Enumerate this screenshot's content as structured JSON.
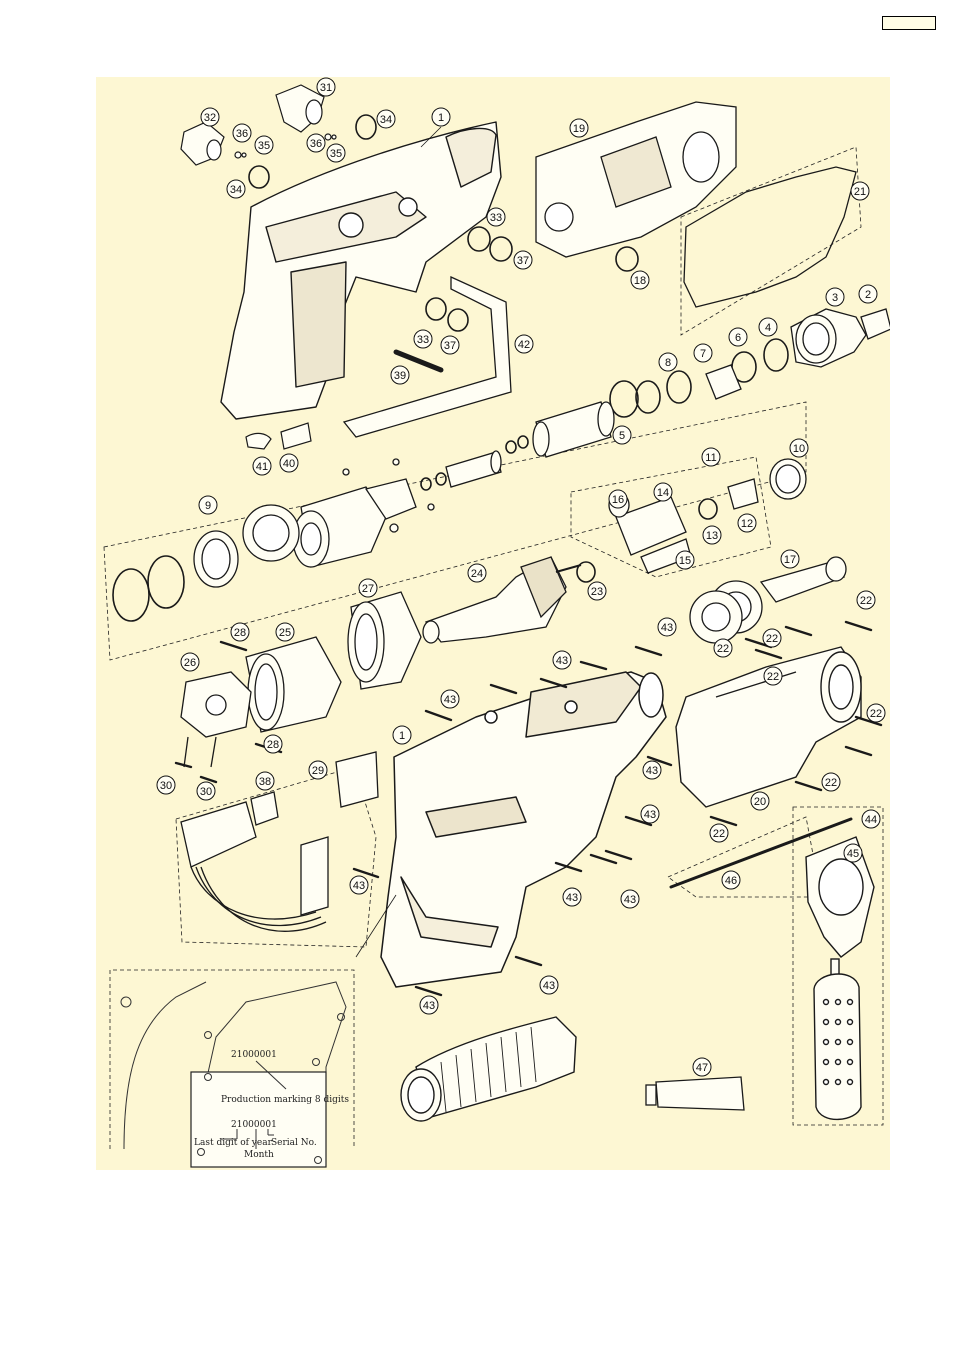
{
  "page": {
    "background": "#ffffff",
    "panel_color": "#fdf7d3",
    "line_color": "#1a1a1a"
  },
  "diagram": {
    "part_labels": [
      "1",
      "2",
      "3",
      "4",
      "5",
      "6",
      "7",
      "8",
      "9",
      "10",
      "11",
      "12",
      "13",
      "14",
      "15",
      "16",
      "17",
      "18",
      "19",
      "20",
      "21",
      "22",
      "23",
      "24",
      "25",
      "26",
      "27",
      "28",
      "29",
      "30",
      "31",
      "32",
      "33",
      "34",
      "35",
      "36",
      "37",
      "38",
      "39",
      "40",
      "41",
      "42",
      "43",
      "44",
      "45",
      "46",
      "47"
    ]
  },
  "inset": {
    "code_top": "21000001",
    "production_caption": "Production marking 8 digits",
    "code_main": "21000001",
    "year_label": "Last digit of year",
    "month_label": "Month",
    "serial_label": "Serial No."
  }
}
